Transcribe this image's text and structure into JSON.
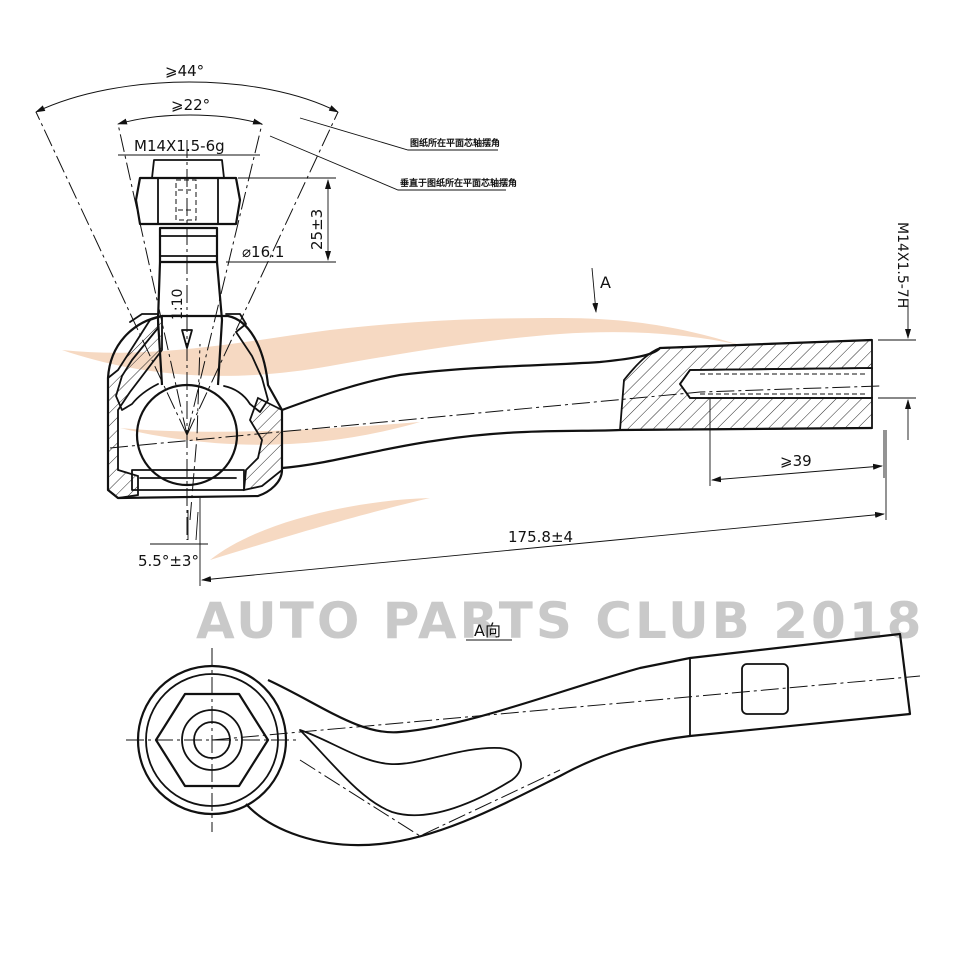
{
  "watermark": {
    "text": "AUTO PARTS CLUB 2018",
    "logo_color": "#f6d9c2",
    "text_color": "#c9c9c9"
  },
  "dimensions": {
    "angle_outer": "⩾44°",
    "angle_inner": "⩾22°",
    "stud_thread": "M14X1.5-6g",
    "height": "25±3",
    "diameter": "⌀16.1",
    "taper": "1:10",
    "end_thread": "M14X1.5-7H",
    "thread_depth": "⩾39",
    "length": "175.8±4",
    "tilt_angle": "5.5°±3°"
  },
  "notes": {
    "note_1": "图纸所在平面芯轴摆角",
    "note_2": "垂直于图纸所在平面芯轴摆角"
  },
  "views": {
    "arrow_label": "A",
    "view_label": "A向"
  },
  "colors": {
    "line": "#111111",
    "background": "#ffffff"
  }
}
